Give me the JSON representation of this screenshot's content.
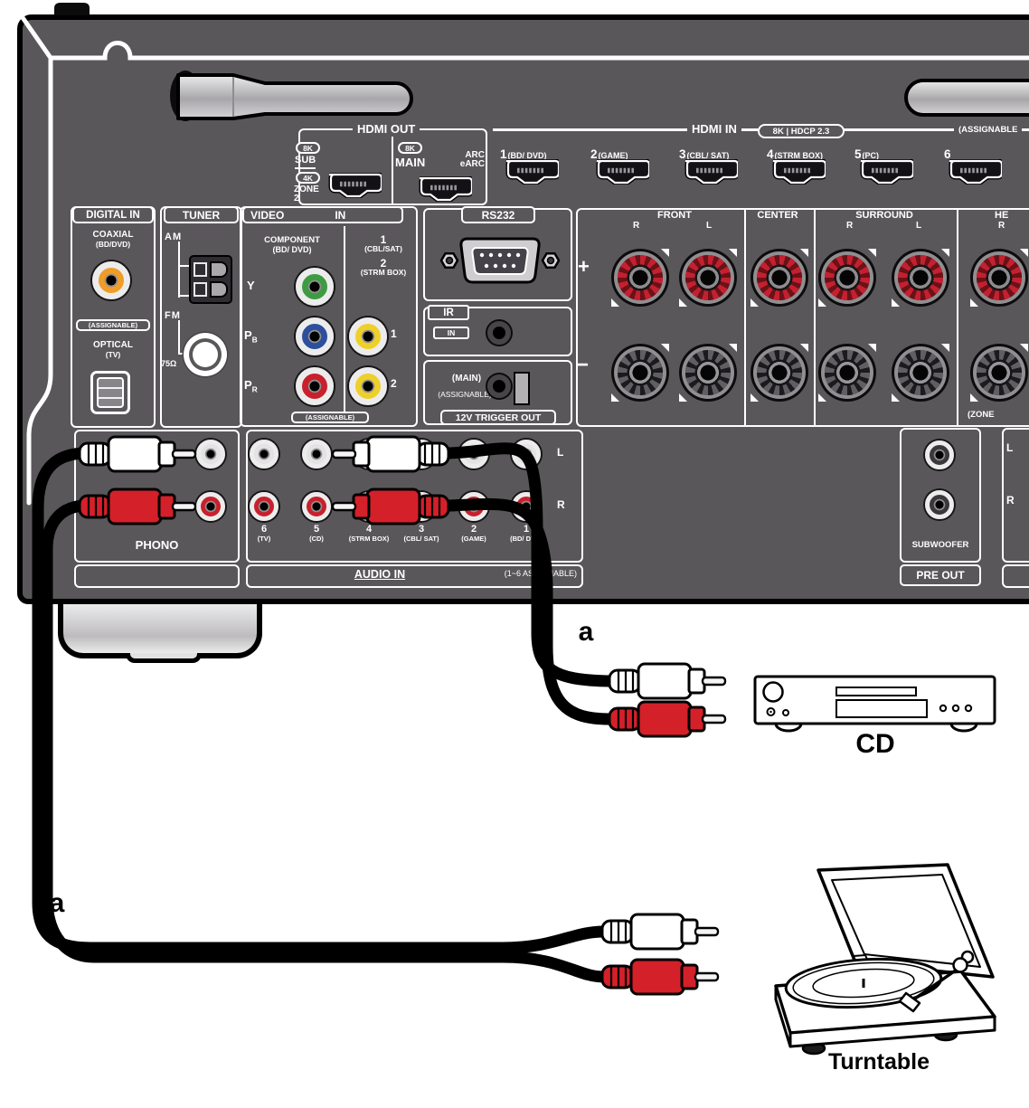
{
  "colors": {
    "panel_gray": "#5a575b",
    "coaxial_orange": "#f09c28",
    "component_y_green": "#3e9b41",
    "component_pb_blue": "#2d4e9d",
    "component_pr_red": "#c8202c",
    "composite_yellow": "#efcf2a",
    "jack_white": "#e4e2e4",
    "jack_red": "#c8202c",
    "binding_post_red": "#c32030",
    "plug_red": "#d42029"
  },
  "panel": {
    "hdmi_out": {
      "title": "HDMI OUT",
      "sub_badge": "8K",
      "sub_label": "SUB",
      "zone_badge": "4K",
      "zone_label": "ZONE",
      "zone_num": "2",
      "main_badge": "8K",
      "main_label": "MAIN",
      "arc": "ARC",
      "earc": "eARC"
    },
    "hdmi_in": {
      "title": "HDMI IN",
      "badge": "8K | HDCP 2.3",
      "assignable": "(ASSIGNABLE",
      "ports": [
        {
          "num": "1",
          "name": "(BD/ DVD)"
        },
        {
          "num": "2",
          "name": "(GAME)"
        },
        {
          "num": "3",
          "name": "(CBL/ SAT)"
        },
        {
          "num": "4",
          "name": "(STRM BOX)"
        },
        {
          "num": "5",
          "name": "(PC)"
        },
        {
          "num": "6",
          "name": ""
        }
      ]
    },
    "digital_in": {
      "title": "DIGITAL IN",
      "coaxial": "COAXIAL",
      "coaxial_sub": "(BD/DVD)",
      "assignable": "(ASSIGNABLE)",
      "optical": "OPTICAL",
      "optical_sub": "(TV)"
    },
    "tuner": {
      "title": "TUNER",
      "am": "AM",
      "fm": "FM",
      "ohm": "75Ω"
    },
    "video_in": {
      "title_left": "VIDEO",
      "title_right": "IN",
      "component": "COMPONENT",
      "component_sub": "(BD/ DVD)",
      "y_label": "Y",
      "p_label": "P",
      "b_sub": "B",
      "r_sub": "R",
      "in1_num": "1",
      "in1_name": "(CBL/SAT)",
      "in2_num": "2",
      "in2_name": "(STRM BOX)",
      "jack1": "1",
      "jack2": "2",
      "assignable": "(ASSIGNABLE)"
    },
    "rs232": {
      "title": "RS232"
    },
    "ir": {
      "title": "IR",
      "in_label": "IN"
    },
    "trigger": {
      "main": "(MAIN)",
      "assignable": "(ASSIGNABLE)",
      "title": "12V TRIGGER OUT"
    },
    "speakers": {
      "plus": "+",
      "minus": "−",
      "front": "FRONT",
      "front_r": "R",
      "front_l": "L",
      "center": "CENTER",
      "surround": "SURROUND",
      "surround_r": "R",
      "surround_l": "L",
      "height_partial": "HE",
      "height_r": "R",
      "zone": "(ZONE"
    },
    "phono": {
      "title": "PHONO"
    },
    "audio_in": {
      "l": "L",
      "r": "R",
      "title": "AUDIO IN",
      "assignable": "(1~6 ASSIGNABLE)",
      "jacks": [
        {
          "num": "6",
          "name": "(TV)"
        },
        {
          "num": "5",
          "name": "(CD)"
        },
        {
          "num": "4",
          "name": "(STRM BOX)"
        },
        {
          "num": "3",
          "name": "(CBL/ SAT)"
        },
        {
          "num": "2",
          "name": "(GAME)"
        },
        {
          "num": "1",
          "name": "(BD/ DVD)"
        }
      ]
    },
    "pre_out": {
      "subwoofer": "SUBWOOFER",
      "title": "PRE OUT"
    },
    "zone_out": {
      "l": "L",
      "r": "R"
    }
  },
  "connections": {
    "cd_cable_label": "a",
    "turntable_cable_label": "a",
    "cd_device": "CD",
    "turntable_device": "Turntable"
  }
}
